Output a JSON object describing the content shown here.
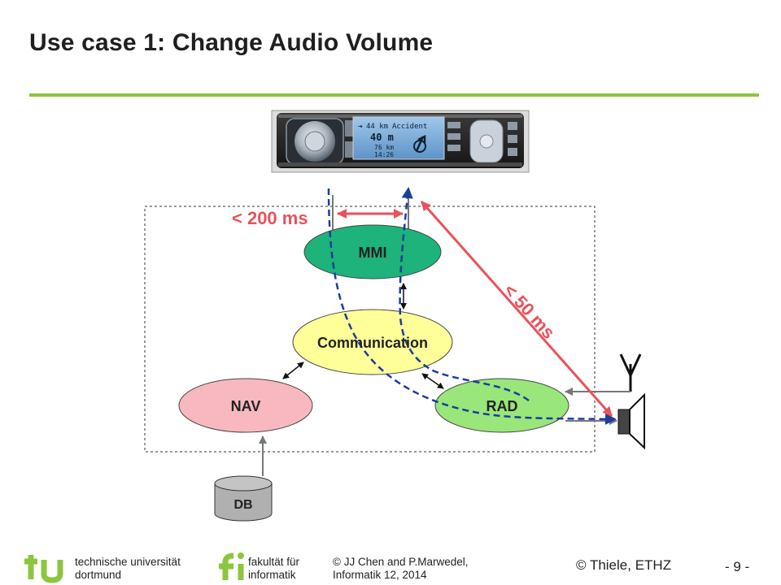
{
  "slide": {
    "title": "Use case 1: Change Audio Volume"
  },
  "diagram": {
    "nodes": {
      "mmi": "MMI",
      "communication": "Communication",
      "nav": "NAV",
      "rad": "RAD",
      "db": "DB"
    },
    "timing": {
      "t200": "< 200 ms",
      "t50": "< 50 ms"
    },
    "radio_display": {
      "distance": "44 km",
      "event": "Accident",
      "meters": "40 m",
      "dist2": "76 km",
      "time": "14:26"
    },
    "colors": {
      "accent_green": "#8cc63f",
      "mmi_fill": "#1db37a",
      "communication_fill": "#ffff99",
      "nav_fill": "#f7b9bf",
      "rad_fill": "#99e67a",
      "db_fill": "#b0b0b0",
      "timing_red": "#e8525a",
      "flow_blue": "#1c3d9c"
    }
  },
  "footer": {
    "university_line1": "technische universität",
    "university_line2": "dortmund",
    "faculty_line1": "fakultät für",
    "faculty_line2": "informatik",
    "credit_line1": "© JJ Chen and P.Marwedel,",
    "credit_line2": "Informatik 12,  2014",
    "copyright": "© Thiele, ETHZ",
    "page": "- 9 -"
  }
}
